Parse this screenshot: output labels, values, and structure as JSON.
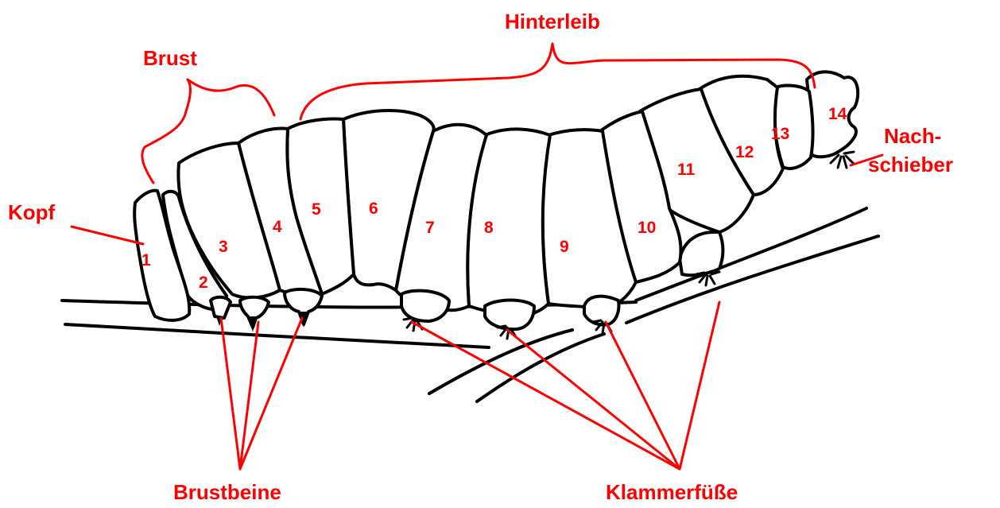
{
  "labels": {
    "head": "Kopf",
    "thorax": "Brust",
    "abdomen": "Hinterleib",
    "thoracic_legs": "Brustbeine",
    "prolegs": "Klammerfüße",
    "anal_proleg_line1": "Nach-",
    "anal_proleg_line2": "schieber"
  },
  "segments": [
    "1",
    "2",
    "3",
    "4",
    "5",
    "6",
    "7",
    "8",
    "9",
    "10",
    "11",
    "12",
    "13",
    "14"
  ],
  "colors": {
    "labels": "#ff0000",
    "outline": "#000000",
    "background": "#ffffff"
  }
}
